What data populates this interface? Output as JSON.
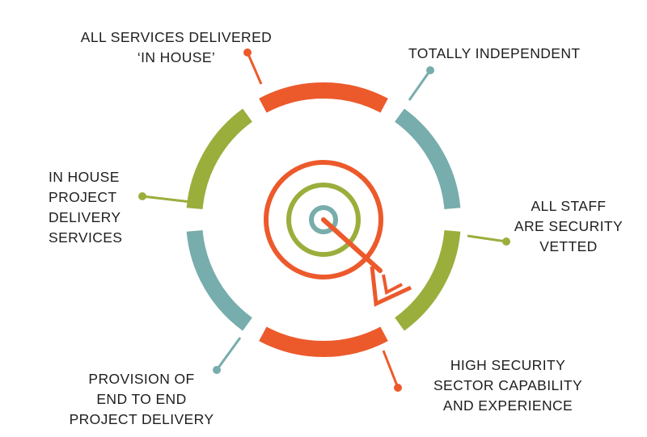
{
  "colors": {
    "orange": "#ec5a2c",
    "green": "#9aae3c",
    "teal": "#77adac",
    "text": "#1e1e1e",
    "background": "#ffffff"
  },
  "labels": {
    "top": [
      "ALL SERVICES DELIVERED",
      "‘IN HOUSE’"
    ],
    "top_right": [
      "TOTALLY INDEPENDENT"
    ],
    "right": [
      "ALL STAFF",
      "ARE SECURITY",
      "VETTED"
    ],
    "bottom_right": [
      "HIGH SECURITY",
      "SECTOR CAPABILITY",
      "AND EXPERIENCE"
    ],
    "bottom_left": [
      "PROVISION OF",
      "END TO END",
      "PROJECT DELIVERY"
    ],
    "left": [
      "IN HOUSE",
      "PROJECT",
      "DELIVERY",
      "SERVICES"
    ]
  },
  "icons": {
    "center": "target-with-arrow-icon"
  }
}
